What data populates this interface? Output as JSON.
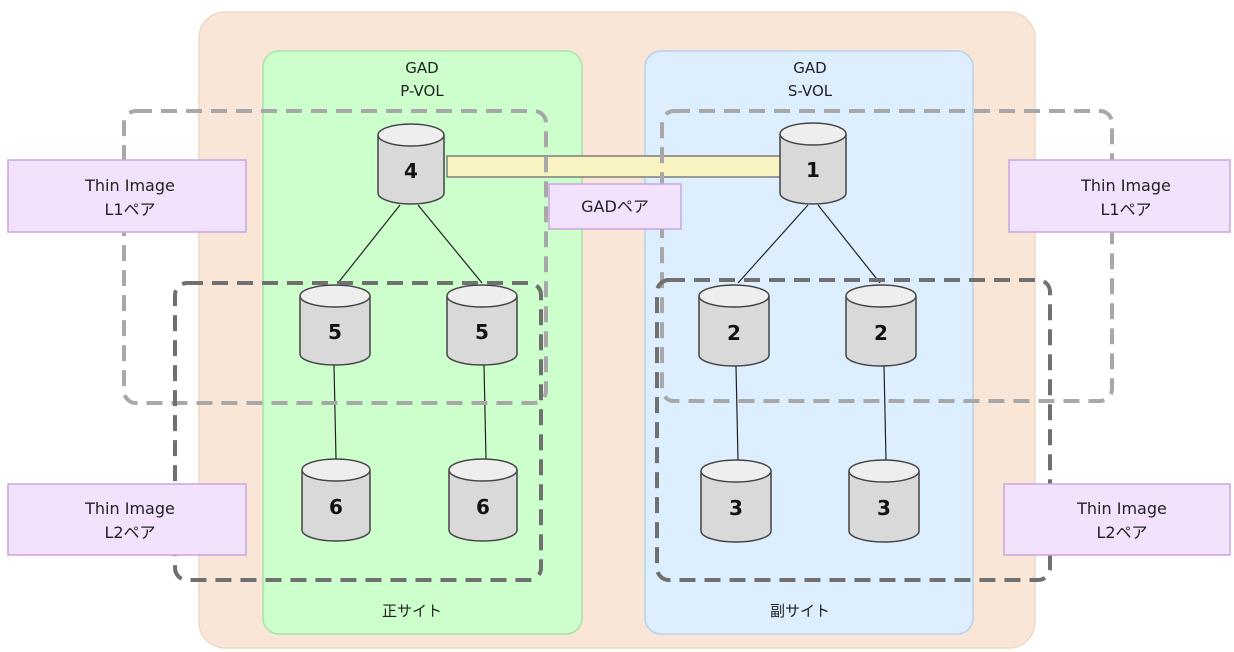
{
  "sites": {
    "primary": {
      "header_line1": "GAD",
      "header_line2": "P-VOL",
      "footer": "正サイト"
    },
    "secondary": {
      "header_line1": "GAD",
      "header_line2": "S-VOL",
      "footer": "副サイト"
    }
  },
  "pair_labels": {
    "gad": "GADペア",
    "left_l1_line1": "Thin Image",
    "left_l1_line2": "L1ペア",
    "left_l2_line1": "Thin Image",
    "left_l2_line2": "L2ペア",
    "right_l1_line1": "Thin Image",
    "right_l1_line2": "L1ペア",
    "right_l2_line1": "Thin Image",
    "right_l2_line2": "L2ペア"
  },
  "volumes": {
    "p_root": "4",
    "p_l1a": "5",
    "p_l1b": "5",
    "p_l2a": "6",
    "p_l2b": "6",
    "s_root": "1",
    "s_l1a": "2",
    "s_l1b": "2",
    "s_l2a": "3",
    "s_l2b": "3"
  },
  "colors": {
    "outer_bg": "#F9E6D6",
    "outer_border": "#EED9C6",
    "primary_bg": "#CCFFCC",
    "primary_border": "#A9E3A9",
    "secondary_bg": "#DDEEFF",
    "secondary_border": "#B3D3EE",
    "label_bg": "#F3E2FB",
    "label_border": "#C9A5DE",
    "gad_bar": "#F8F3C0",
    "gad_bar_border": "#7E7E7E",
    "cyl_body": "#D9D9D9",
    "cyl_top": "#EEEEEE",
    "cyl_stroke": "#444444",
    "l1_dash": "#A8A8A8",
    "l2_dash": "#707070"
  }
}
